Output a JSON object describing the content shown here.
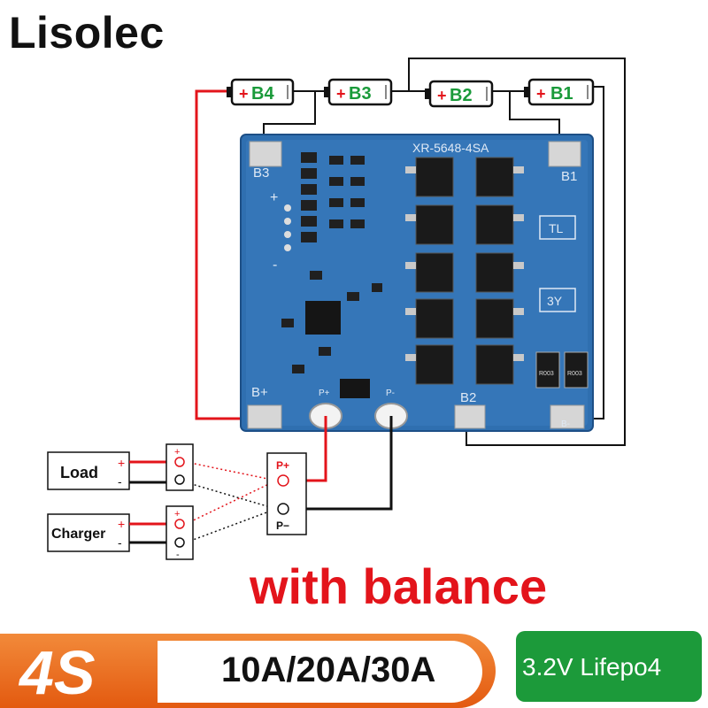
{
  "brand": "Lisolec",
  "batteries": [
    {
      "plus": "+",
      "name": "B4"
    },
    {
      "plus": "+",
      "name": "B3"
    },
    {
      "plus": "+",
      "name": "B2"
    },
    {
      "plus": "+",
      "name": "B1"
    }
  ],
  "board": {
    "model": "XR-5648-4SA",
    "pads": {
      "b3": "B3",
      "b1": "B1",
      "bplus": "B+",
      "b2": "B2",
      "bminus": "B-",
      "pplus": "P+",
      "pminus": "P-"
    },
    "silk": {
      "plus": "+",
      "minus": "-",
      "tl": "TL",
      "three_y": "3Y",
      "r_left": "R003",
      "r_right": "R003"
    }
  },
  "load": {
    "label": "Load",
    "plus": "+",
    "minus": "-"
  },
  "charger": {
    "label": "Charger",
    "plus": "+",
    "minus": "-"
  },
  "terminal": {
    "pplus": "P+",
    "pminus": "P−"
  },
  "headline": "with balance",
  "footer": {
    "cells": "4S",
    "current": "10A/20A/30A",
    "chemistry": "3.2V Lifepo4"
  },
  "colors": {
    "board": "#2f6fb0",
    "wire_red": "#e3141b",
    "wire_black": "#111111",
    "accent_orange": "#e35a10",
    "accent_green": "#1c9a3a"
  }
}
